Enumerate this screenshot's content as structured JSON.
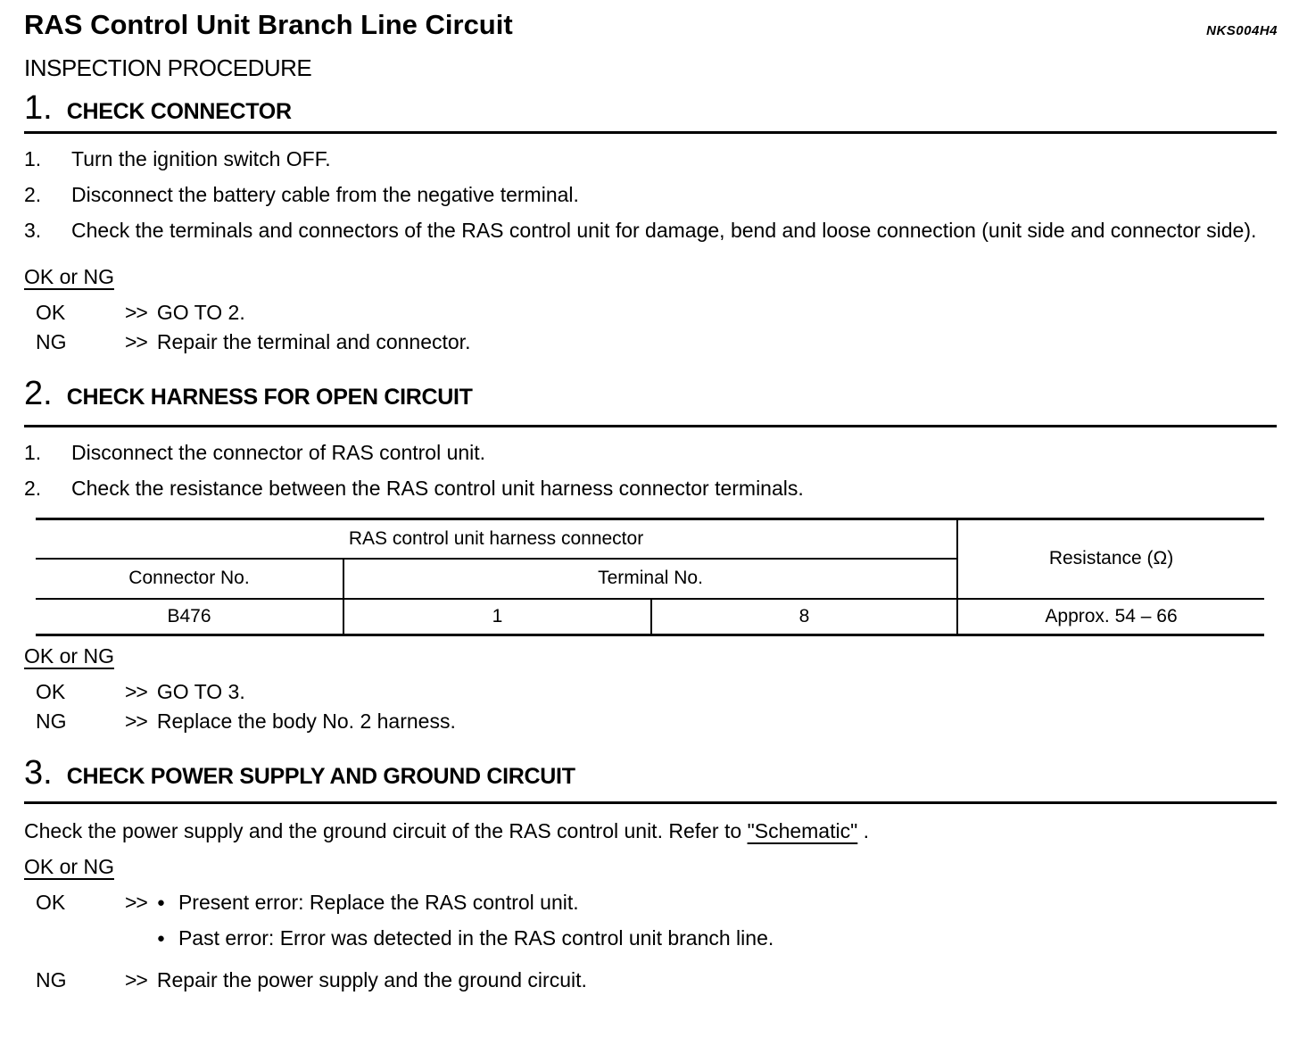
{
  "page": {
    "title": "RAS Control Unit Branch Line Circuit",
    "code": "NKS004H4",
    "subtitle": "INSPECTION PROCEDURE",
    "ok_ng_label": "OK or NG",
    "arrow": ">>",
    "bullet": "●"
  },
  "section1": {
    "number": "1.",
    "heading": "CHECK CONNECTOR",
    "steps": [
      {
        "num": "1.",
        "text": "Turn the ignition switch OFF."
      },
      {
        "num": "2.",
        "text": "Disconnect the battery cable from the negative terminal."
      },
      {
        "num": "3.",
        "text": "Check the terminals and connectors of the RAS control unit for damage, bend and loose connection (unit side and connector side)."
      }
    ],
    "results": [
      {
        "label": "OK",
        "text": "GO TO 2."
      },
      {
        "label": "NG",
        "text": "Repair the terminal and connector."
      }
    ]
  },
  "section2": {
    "number": "2.",
    "heading": "CHECK HARNESS FOR OPEN CIRCUIT",
    "steps": [
      {
        "num": "1.",
        "text": "Disconnect the connector of RAS control unit."
      },
      {
        "num": "2.",
        "text": "Check the resistance between the RAS control unit harness connector terminals."
      }
    ],
    "table": {
      "group_header": "RAS control unit harness connector",
      "resistance_header": "Resistance (Ω)",
      "connector_col_header": "Connector No.",
      "terminal_col_header": "Terminal No.",
      "row": {
        "connector": "B476",
        "terminal_1": "1",
        "terminal_2": "8",
        "resistance": "Approx. 54 – 66"
      }
    },
    "results": [
      {
        "label": "OK",
        "text": "GO TO 3."
      },
      {
        "label": "NG",
        "text": "Replace the body No. 2 harness."
      }
    ]
  },
  "section3": {
    "number": "3.",
    "heading": "CHECK POWER SUPPLY AND GROUND CIRCUIT",
    "body_before": "Check the power supply and the ground circuit of the RAS control unit. Refer to",
    "link_label": "\"Schematic\"",
    "body_after": ".",
    "ok_label": "OK",
    "ok_bullets": [
      "Present error: Replace the RAS control unit.",
      "Past error: Error was detected in the RAS control unit branch line."
    ],
    "ng_label": "NG",
    "ng_text": "Repair the power supply and the ground circuit."
  }
}
